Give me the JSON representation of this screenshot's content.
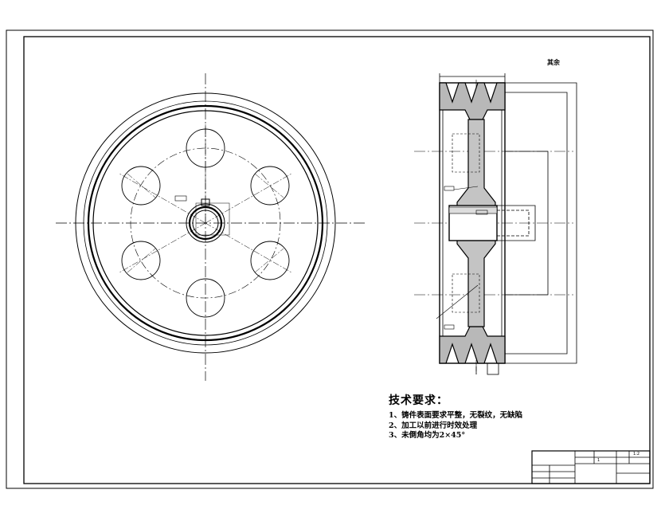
{
  "drawing": {
    "surface_roughness_label": "其余",
    "technical_requirements": {
      "title": "技术要求：",
      "items": [
        "1、铸件表面要求平整，无裂纹，无缺陷",
        "2、加工以前进行时效处理",
        "3、未倒角均为2×45°"
      ]
    },
    "title_block": {
      "cell_top_1": "",
      "cell_top_2": "1",
      "cell_top_3": "1:2"
    }
  }
}
